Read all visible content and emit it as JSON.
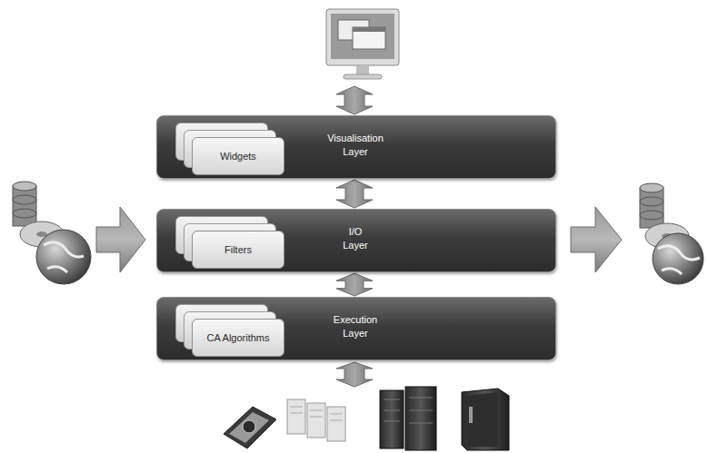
{
  "diagram": {
    "nodes": [
      {
        "text": [
          "Visualisation Layer"
        ]
      },
      {
        "text": [
          "Widgets"
        ],
        "in": 0
      },
      {
        "text": [
          "I/O Layer"
        ]
      },
      {
        "text": [
          "Filters"
        ],
        "in": 2
      },
      {
        "text": [
          "Execution Layer"
        ]
      },
      {
        "text": [
          "CA Algorithms"
        ],
        "in": 4
      }
    ],
    "edges": [
      {
        "from": 0,
        "to": 2,
        "arrow": "both"
      },
      {
        "from": 2,
        "to": 4,
        "arrow": "both"
      }
    ]
  }
}
